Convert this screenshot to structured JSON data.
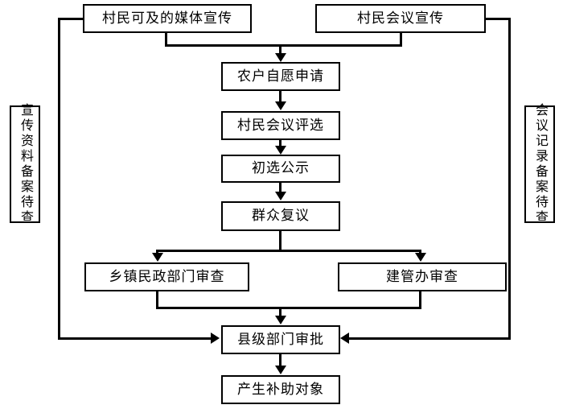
{
  "diagram": {
    "type": "flowchart",
    "language": "zh-CN",
    "title": "",
    "colors": {
      "background": "#ffffff",
      "stroke": "#000000",
      "text": "#000000",
      "node_fill": "#ffffff"
    },
    "nodes": {
      "media_publicity": "村民可及的媒体宣传",
      "meeting_publicity": "村民会议宣传",
      "publicity_archive": "宣传资料备案待查",
      "meeting_record_archive": "会议记录备案待查",
      "household_application": "农户自愿申请",
      "village_meeting_selection": "村民会议评选",
      "preliminary_public_notice": "初选公示",
      "public_reconsideration": "群众复议",
      "township_civil_affairs_review": "乡镇民政部门审查",
      "construction_office_review": "建管办审查",
      "county_department_approval": "县级部门审批",
      "subsidy_recipients_generated": "产生补助对象"
    }
  }
}
